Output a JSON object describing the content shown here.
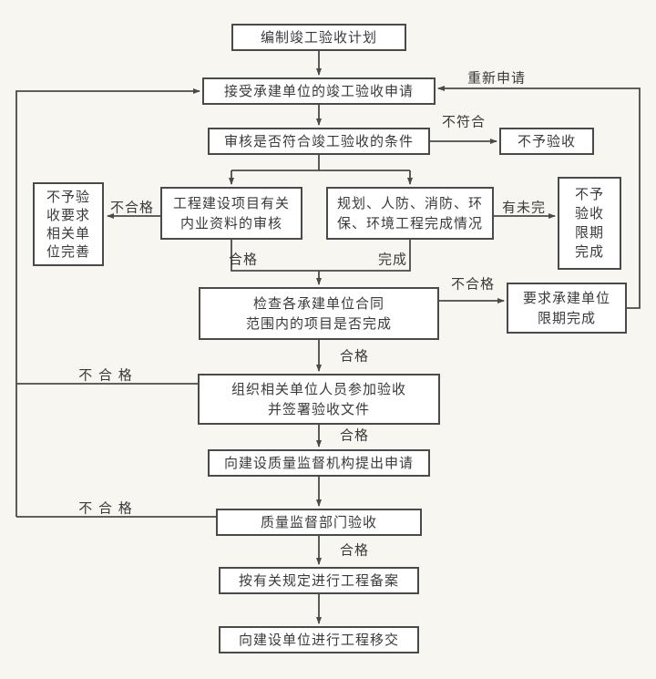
{
  "nodes": {
    "plan": {
      "label": "编制竣工验收计划"
    },
    "accept_application": {
      "label": "接受承建单位的竣工验收申请"
    },
    "review_conditions": {
      "label": "审核是否符合竣工验收的条件"
    },
    "no_acceptance": {
      "label": "不予验收"
    },
    "internal_docs_review": {
      "label": "工程建设项目有关\n内业资料的审核"
    },
    "completion_status": {
      "label": "规划、人防、消防、环\n保、环境工程完成情况"
    },
    "improve_units": {
      "label": "不予验\n收要求\n相关单\n位完善"
    },
    "deadline_complete": {
      "label": "不予\n验收\n限期\n完成"
    },
    "check_contract_scope": {
      "label": "检查各承建单位合同\n范围内的项目是否完成"
    },
    "require_deadline": {
      "label": "要求承建单位\n限期完成"
    },
    "organize_acceptance": {
      "label": "组织相关单位人员参加验收\n并签署验收文件"
    },
    "apply_supervision": {
      "label": "向建设质量监督机构提出申请"
    },
    "supervision_acceptance": {
      "label": "质量监督部门验收"
    },
    "filing": {
      "label": "按有关规定进行工程备案"
    },
    "handover": {
      "label": "向建设单位进行工程移交"
    }
  },
  "edge_labels": {
    "reapply": "重新申请",
    "not_conform": "不符合",
    "unqualified_1": "不合格",
    "incomplete": "有未完",
    "qualified_1": "合格",
    "complete": "完成",
    "unqualified_2": "不合格",
    "qualified_2": "合格",
    "unqualified_3": "不 合 格",
    "qualified_3": "合格",
    "unqualified_4": "不 合 格",
    "qualified_4": "合格"
  },
  "colors": {
    "background": "#f8f6f1",
    "box_fill": "#ffffff",
    "line": "#4a4a4a",
    "text": "#3a3a3a"
  }
}
